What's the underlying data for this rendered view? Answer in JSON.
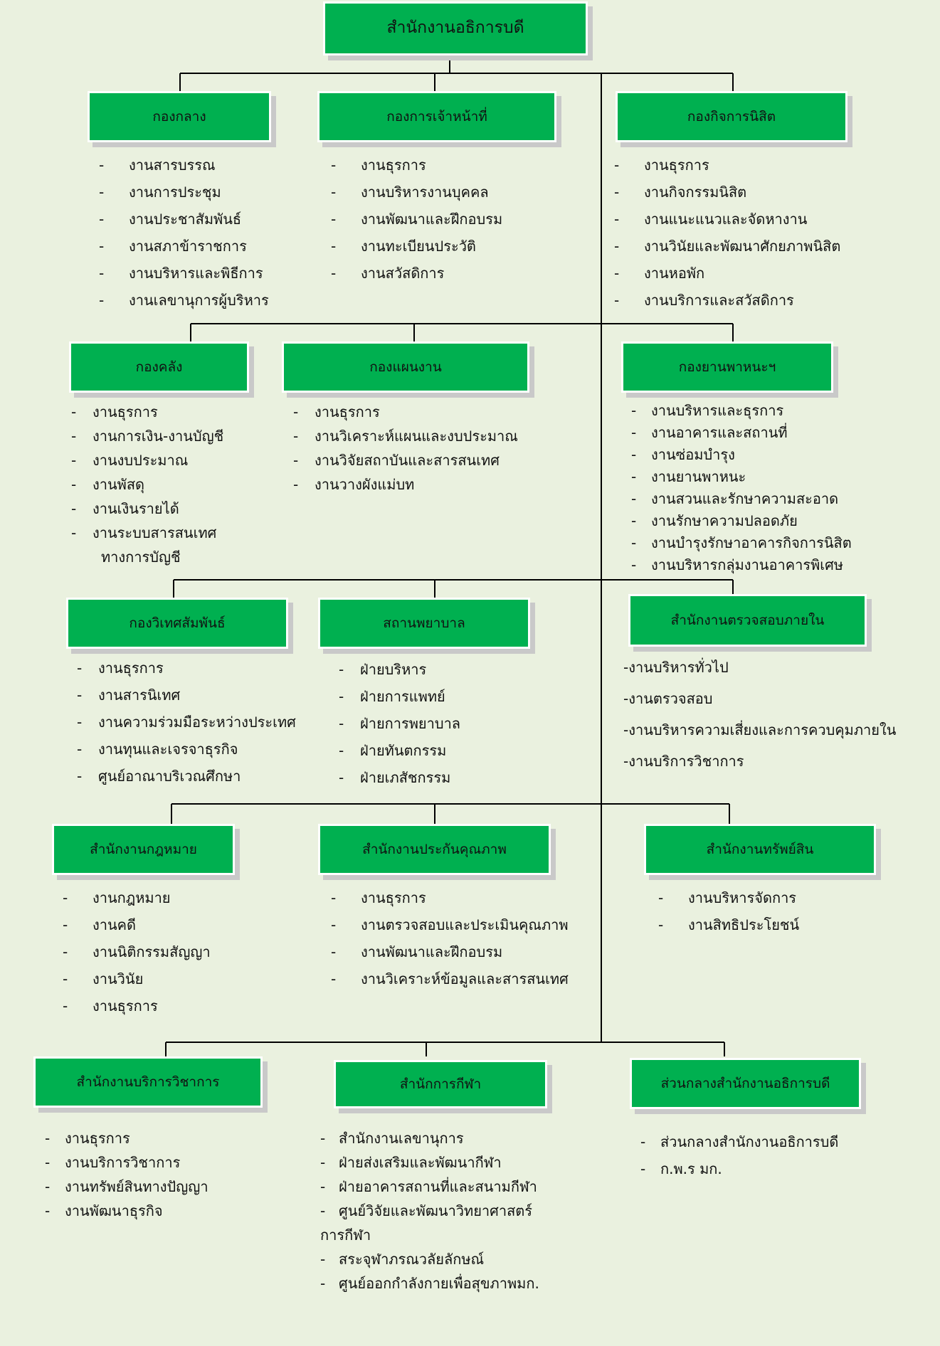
{
  "title": "สำนักงานอธิการบดี",
  "units": [
    {
      "name": "กองกลาง",
      "items": [
        "งานสารบรรณ",
        "งานการประชุม",
        "งานประชาสัมพันธ์",
        "งานสภาข้าราชการ",
        "งานบริหารและพิธีการ",
        "งานเลขานุการผู้บริหาร"
      ]
    },
    {
      "name": "กองการเจ้าหน้าที่",
      "items": [
        "งานธุรการ",
        "งานบริหารงานบุคคล",
        "งานพัฒนาและฝึกอบรม",
        "งานทะเบียนประวัติ",
        "งานสวัสดิการ"
      ]
    },
    {
      "name": "กองกิจการนิสิต",
      "items": [
        "งานธุรการ",
        "งานกิจกรรมนิสิต",
        "งานแนะแนวและจัดหางาน",
        "งานวินัยและพัฒนาศักยภาพนิสิต",
        "งานหอพัก",
        "งานบริการและสวัสดิการ"
      ]
    },
    {
      "name": "กองคลัง",
      "items": [
        "งานธุรการ",
        "งานการเงิน-งานบัญชี",
        "งานงบประมาณ",
        "งานพัสดุ",
        "งานเงินรายได้",
        "งานระบบสารสนเทศ",
        "ทางการบัญชี"
      ]
    },
    {
      "name": "กองแผนงาน",
      "items": [
        "งานธุรการ",
        "งานวิเคราะห์แผนและงบประมาณ",
        "งานวิจัยสถาบันและสารสนเทศ",
        "งานวางผังแม่บท"
      ]
    },
    {
      "name": "กองยานพาหนะฯ",
      "items": [
        "งานบริหารและธุรการ",
        "งานอาคารและสถานที่",
        "งานซ่อมบำรุง",
        "งานยานพาหนะ",
        "งานสวนและรักษาความสะอาด",
        "งานรักษาความปลอดภัย",
        "งานบำรุงรักษาอาคารกิจการนิสิต",
        "งานบริหารกลุ่มงานอาคารพิเศษ"
      ]
    },
    {
      "name": "กองวิเทศสัมพันธ์",
      "items": [
        "งานธุรการ",
        "งานสารนิเทศ",
        "งานความร่วมมือระหว่างประเทศ",
        "งานทุนและเจรจาธุรกิจ",
        "ศูนย์อาณาบริเวณศึกษา"
      ]
    },
    {
      "name": "สถานพยาบาล",
      "items": [
        "ฝ่ายบริหาร",
        "ฝ่ายการแพทย์",
        "ฝ่ายการพยาบาล",
        "ฝ่ายทันตกรรม",
        "ฝ่ายเภสัชกรรม"
      ]
    },
    {
      "name": "สำนักงานตรวจสอบภายใน",
      "items": [
        "-งานบริหารทั่วไป",
        "-งานตรวจสอบ",
        "-งานบริหารความเสี่ยงและการควบคุมภายใน",
        "-งานบริการวิชาการ"
      ]
    },
    {
      "name": "สำนักงานกฎหมาย",
      "items": [
        "งานกฎหมาย",
        "งานคดี",
        "งานนิติกรรมสัญญา",
        "งานวินัย",
        "งานธุรการ"
      ]
    },
    {
      "name": "สำนักงานประกันคุณภาพ",
      "items": [
        "งานธุรการ",
        "งานตรวจสอบและประเมินคุณภาพ",
        "งานพัฒนาและฝึกอบรม",
        "งานวิเคราะห์ข้อมูลและสารสนเทศ"
      ]
    },
    {
      "name": "สำนักงานทรัพย์สิน",
      "items": [
        "งานบริหารจัดการ",
        "งานสิทธิประโยชน์"
      ]
    },
    {
      "name": "สำนักงานบริการวิชาการ",
      "items": [
        "งานธุรการ",
        "งานบริการวิชาการ",
        "งานทรัพย์สินทางปัญญา",
        "งานพัฒนาธุรกิจ"
      ]
    },
    {
      "name": "สำนักการกีฬา",
      "items": [
        "สำนักงานเลขานุการ",
        "ฝ่ายส่งเสริมและพัฒนากีฬา",
        "ฝ่ายอาคารสถานที่และสนามกีฬา",
        "ศูนย์วิจัยและพัฒนาวิทยาศาสตร์",
        "การกีฬา",
        "สระจุฬาภรณวลัยลักษณ์",
        "ศูนย์ออกกำลังกายเพื่อสุขภาพมก."
      ]
    },
    {
      "name": "ส่วนกลางสำนักงานอธิการบดี",
      "items": [
        "ส่วนกลางสำนักงานอธิการบดี",
        "ก.พ.ร มก."
      ]
    }
  ]
}
